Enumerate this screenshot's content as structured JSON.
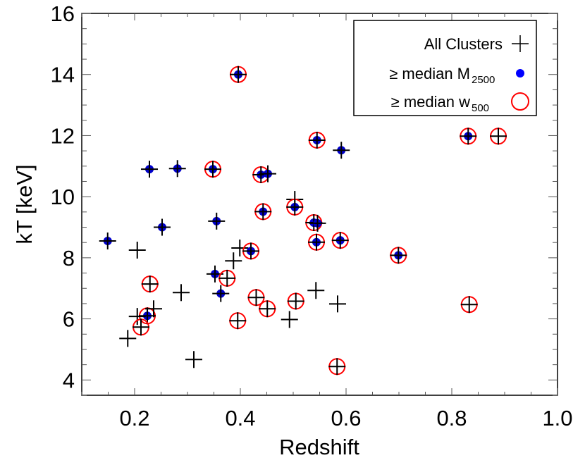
{
  "chart_data": {
    "type": "scatter",
    "title": "",
    "xlabel": "Redshift",
    "ylabel": "kT [keV]",
    "xlim": [
      0.1,
      1.0
    ],
    "ylim": [
      3.5,
      16
    ],
    "xticks": [
      0.2,
      0.4,
      0.6,
      0.8,
      1.0
    ],
    "xtick_labels": [
      "0.2",
      "0.4",
      "0.6",
      "0.8",
      "1.0"
    ],
    "yticks": [
      4,
      6,
      8,
      10,
      12,
      14,
      16
    ],
    "ytick_labels": [
      "4",
      "6",
      "8",
      "10",
      "12",
      "14",
      "16"
    ],
    "grid": false,
    "legend_position": "upper right",
    "legend": [
      {
        "label": "All Clusters",
        "sub": "",
        "marker": "plus",
        "color": "#000000"
      },
      {
        "label": "≥ median M",
        "sub": "2500",
        "marker": "filled-circle",
        "color": "#0000ff"
      },
      {
        "label": "≥ median w",
        "sub": "500",
        "marker": "open-circle",
        "color": "#ff0000"
      }
    ],
    "series": [
      {
        "name": "All Clusters",
        "marker": "plus",
        "color": "#000000"
      },
      {
        "name": "≥ median M2500",
        "marker": "filled-circle",
        "color": "#0000cc"
      },
      {
        "name": "≥ median w500",
        "marker": "open-circle",
        "color": "#ff0000"
      }
    ],
    "points": [
      {
        "x": 0.149,
        "y": 8.55,
        "m2500": true,
        "w500": false
      },
      {
        "x": 0.205,
        "y": 8.25,
        "m2500": false,
        "w500": false
      },
      {
        "x": 0.228,
        "y": 10.9,
        "m2500": true,
        "w500": false
      },
      {
        "x": 0.252,
        "y": 9.0,
        "m2500": true,
        "w500": false
      },
      {
        "x": 0.281,
        "y": 10.92,
        "m2500": true,
        "w500": false
      },
      {
        "x": 0.348,
        "y": 10.9,
        "m2500": true,
        "w500": true
      },
      {
        "x": 0.355,
        "y": 9.2,
        "m2500": true,
        "w500": false
      },
      {
        "x": 0.229,
        "y": 7.14,
        "m2500": false,
        "w500": true
      },
      {
        "x": 0.288,
        "y": 6.86,
        "m2500": false,
        "w500": false
      },
      {
        "x": 0.224,
        "y": 6.1,
        "m2500": true,
        "w500": true
      },
      {
        "x": 0.236,
        "y": 6.33,
        "m2500": false,
        "w500": false
      },
      {
        "x": 0.205,
        "y": 6.08,
        "m2500": false,
        "w500": false
      },
      {
        "x": 0.212,
        "y": 5.73,
        "m2500": false,
        "w500": true
      },
      {
        "x": 0.187,
        "y": 5.36,
        "m2500": false,
        "w500": false
      },
      {
        "x": 0.312,
        "y": 4.67,
        "m2500": false,
        "w500": false
      },
      {
        "x": 0.352,
        "y": 7.47,
        "m2500": true,
        "w500": false
      },
      {
        "x": 0.375,
        "y": 7.33,
        "m2500": false,
        "w500": true
      },
      {
        "x": 0.363,
        "y": 6.83,
        "m2500": true,
        "w500": false
      },
      {
        "x": 0.399,
        "y": 8.32,
        "m2500": false,
        "w500": false
      },
      {
        "x": 0.42,
        "y": 8.22,
        "m2500": true,
        "w500": true
      },
      {
        "x": 0.387,
        "y": 7.9,
        "m2500": false,
        "w500": false
      },
      {
        "x": 0.43,
        "y": 6.7,
        "m2500": false,
        "w500": true
      },
      {
        "x": 0.451,
        "y": 6.33,
        "m2500": false,
        "w500": true
      },
      {
        "x": 0.395,
        "y": 5.94,
        "m2500": false,
        "w500": true
      },
      {
        "x": 0.505,
        "y": 6.58,
        "m2500": false,
        "w500": true
      },
      {
        "x": 0.493,
        "y": 5.98,
        "m2500": false,
        "w500": false
      },
      {
        "x": 0.396,
        "y": 14.0,
        "m2500": true,
        "w500": true
      },
      {
        "x": 0.545,
        "y": 11.85,
        "m2500": true,
        "w500": true
      },
      {
        "x": 0.591,
        "y": 11.52,
        "m2500": true,
        "w500": false
      },
      {
        "x": 0.439,
        "y": 10.72,
        "m2500": true,
        "w500": true
      },
      {
        "x": 0.452,
        "y": 10.75,
        "m2500": true,
        "w500": false
      },
      {
        "x": 0.443,
        "y": 9.51,
        "m2500": true,
        "w500": true
      },
      {
        "x": 0.503,
        "y": 9.91,
        "m2500": false,
        "w500": false
      },
      {
        "x": 0.503,
        "y": 9.66,
        "m2500": true,
        "w500": true
      },
      {
        "x": 0.539,
        "y": 9.15,
        "m2500": true,
        "w500": true
      },
      {
        "x": 0.546,
        "y": 9.13,
        "m2500": true,
        "w500": false
      },
      {
        "x": 0.544,
        "y": 8.51,
        "m2500": true,
        "w500": true
      },
      {
        "x": 0.589,
        "y": 8.57,
        "m2500": true,
        "w500": true
      },
      {
        "x": 0.699,
        "y": 8.08,
        "m2500": true,
        "w500": true
      },
      {
        "x": 0.543,
        "y": 6.93,
        "m2500": false,
        "w500": false
      },
      {
        "x": 0.584,
        "y": 6.49,
        "m2500": false,
        "w500": false
      },
      {
        "x": 0.583,
        "y": 4.44,
        "m2500": false,
        "w500": true
      },
      {
        "x": 0.831,
        "y": 11.98,
        "m2500": true,
        "w500": true
      },
      {
        "x": 0.888,
        "y": 11.98,
        "m2500": false,
        "w500": true
      },
      {
        "x": 0.833,
        "y": 6.47,
        "m2500": false,
        "w500": true
      }
    ]
  }
}
